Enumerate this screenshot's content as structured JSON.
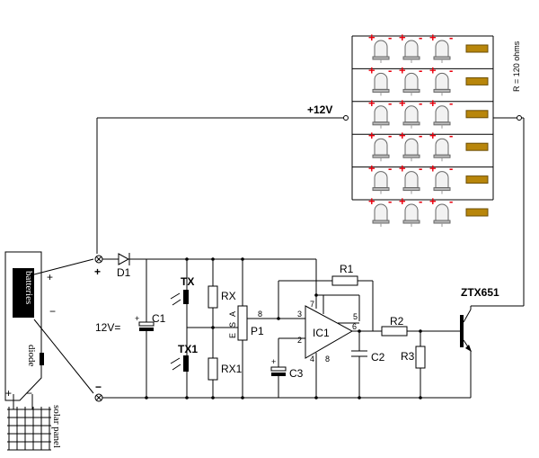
{
  "supply": {
    "label": "+12V"
  },
  "led_matrix": {
    "resistor_label": "R = 120 ohms",
    "rows": 6,
    "leds_per_row": 3,
    "led_polarity": [
      "+",
      "-"
    ]
  },
  "source": {
    "battery_label": "batteries",
    "diode_label": "diode",
    "panel_label": "solar panel",
    "plus": "+",
    "minus": "−",
    "node_plus": "+",
    "node_minus": "−",
    "battery_plus": "+",
    "battery_minus": "−",
    "voltage": "12V="
  },
  "components": {
    "d1": "D1",
    "c1": "C1",
    "c1_pol": "+",
    "tx": "TX",
    "tx1": "TX1",
    "rx": "RX",
    "rx1": "RX1",
    "p1": "P1",
    "p1_a": "A",
    "p1_e": "E",
    "p1_b": "S",
    "c3": "C3",
    "c3_pol": "+",
    "r1": "R1",
    "r2": "R2",
    "r3": "R3",
    "ic1": "IC1",
    "c2": "C2",
    "transistor": "ZTX651",
    "pins": {
      "p2": "2",
      "p3": "3",
      "p4": "4",
      "p5": "5",
      "p6": "6",
      "p7": "7",
      "p8": "8",
      "wiper": "8"
    }
  }
}
